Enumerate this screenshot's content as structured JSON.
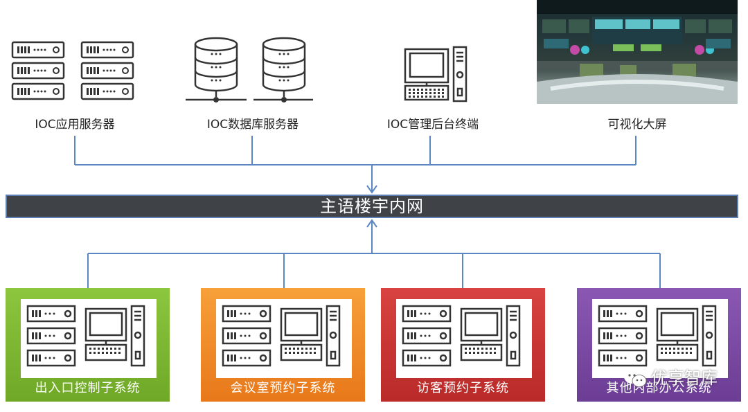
{
  "devices": [
    {
      "label": "IOC应用服务器",
      "icon": "server-rack-icon"
    },
    {
      "label": "IOC数据库服务器",
      "icon": "database-icon"
    },
    {
      "label": "IOC管理后台终端",
      "icon": "computer-terminal-icon"
    },
    {
      "label": "可视化大屏",
      "icon": "control-room-photo"
    }
  ],
  "network": {
    "label": "主语楼宇内网"
  },
  "subsystems": [
    {
      "label": "出入口控制子系统",
      "color": "#7db330"
    },
    {
      "label": "会议室预约子系统",
      "color": "#f08a23"
    },
    {
      "label": "访客预约子系统",
      "color": "#cb3432"
    },
    {
      "label": "其他内部办公系统",
      "color": "#7a4aa3"
    }
  ],
  "colors": {
    "line": "#5b86c4",
    "bus": "#3f4347"
  },
  "watermark": {
    "text": "优享智库",
    "icon": "wechat-icon"
  }
}
